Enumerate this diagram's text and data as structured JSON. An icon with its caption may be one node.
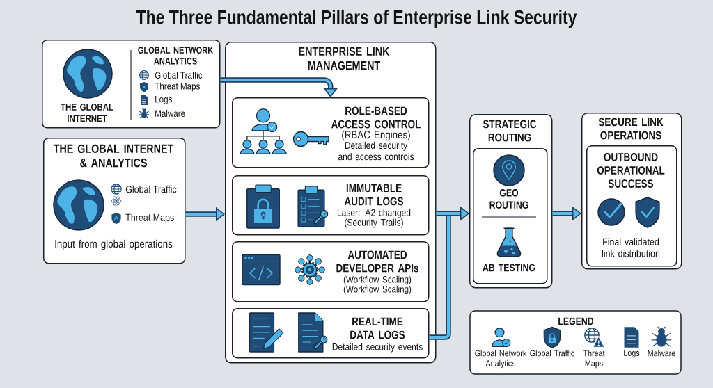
{
  "diagram": {
    "title": "The Three Fundamental Pillars of Enterprise Link Security",
    "nodes": [
      {
        "text": [
          "THE GLOBAL INTERNET",
          "GLOBAL NETWORK ANALYTICS",
          "Global Traffic",
          "Threat Maps",
          "Logs",
          "Malware"
        ]
      },
      {
        "text": [
          "THE GLOBAL INTERNET & ANALYTICS",
          "Global Traffic",
          "Threat Maps",
          "Input from global operations"
        ]
      },
      {
        "text": [
          "ENTERPRISE LINK MANAGEMENT"
        ]
      },
      {
        "text": [
          "ROLE-BASED ACCESS CONTROL",
          "(RBAC Engines)",
          "Detailed security and access controis"
        ],
        "in": 2
      },
      {
        "text": [
          "IMMUTABLE AUDIT LOGS",
          "Laser: A2 changed",
          "(Security Trails)"
        ],
        "in": 2
      },
      {
        "text": [
          "AUTOMATED DEVELOPER APIs",
          "(Workflow Scaling)",
          "(Workflow Scaling)"
        ],
        "in": 2
      },
      {
        "text": [
          "REAL-TIME DATA LOGS",
          "Detailed security events"
        ],
        "in": 2
      },
      {
        "text": [
          "STRATEGIC ROUTING"
        ]
      },
      {
        "text": [
          "GEO ROUTING",
          "AB TESTING"
        ],
        "in": 7
      },
      {
        "text": [
          "SECURE LINK OPERATIONS"
        ]
      },
      {
        "text": [
          "OUTBOUND OPERATIONAL SUCCESS",
          "Final validated link distribution"
        ],
        "in": 9
      }
    ],
    "edges": [
      {
        "from": 0,
        "to": 3,
        "arrow": "to"
      },
      {
        "from": 1,
        "to": 2,
        "arrow": "to"
      },
      {
        "from": 6,
        "to": 7,
        "arrow": "to"
      },
      {
        "from": 2,
        "to": 7,
        "arrow": "to"
      },
      {
        "from": 7,
        "to": 9,
        "arrow": "to"
      }
    ],
    "labels": [
      "LEGEND"
    ],
    "legend": [
      {
        "text": "Global Network Analytics"
      },
      {
        "text": "Global Traffic"
      },
      {
        "text": "Threat Maps"
      },
      {
        "text": "Logs"
      },
      {
        "text": "Malware"
      }
    ]
  }
}
